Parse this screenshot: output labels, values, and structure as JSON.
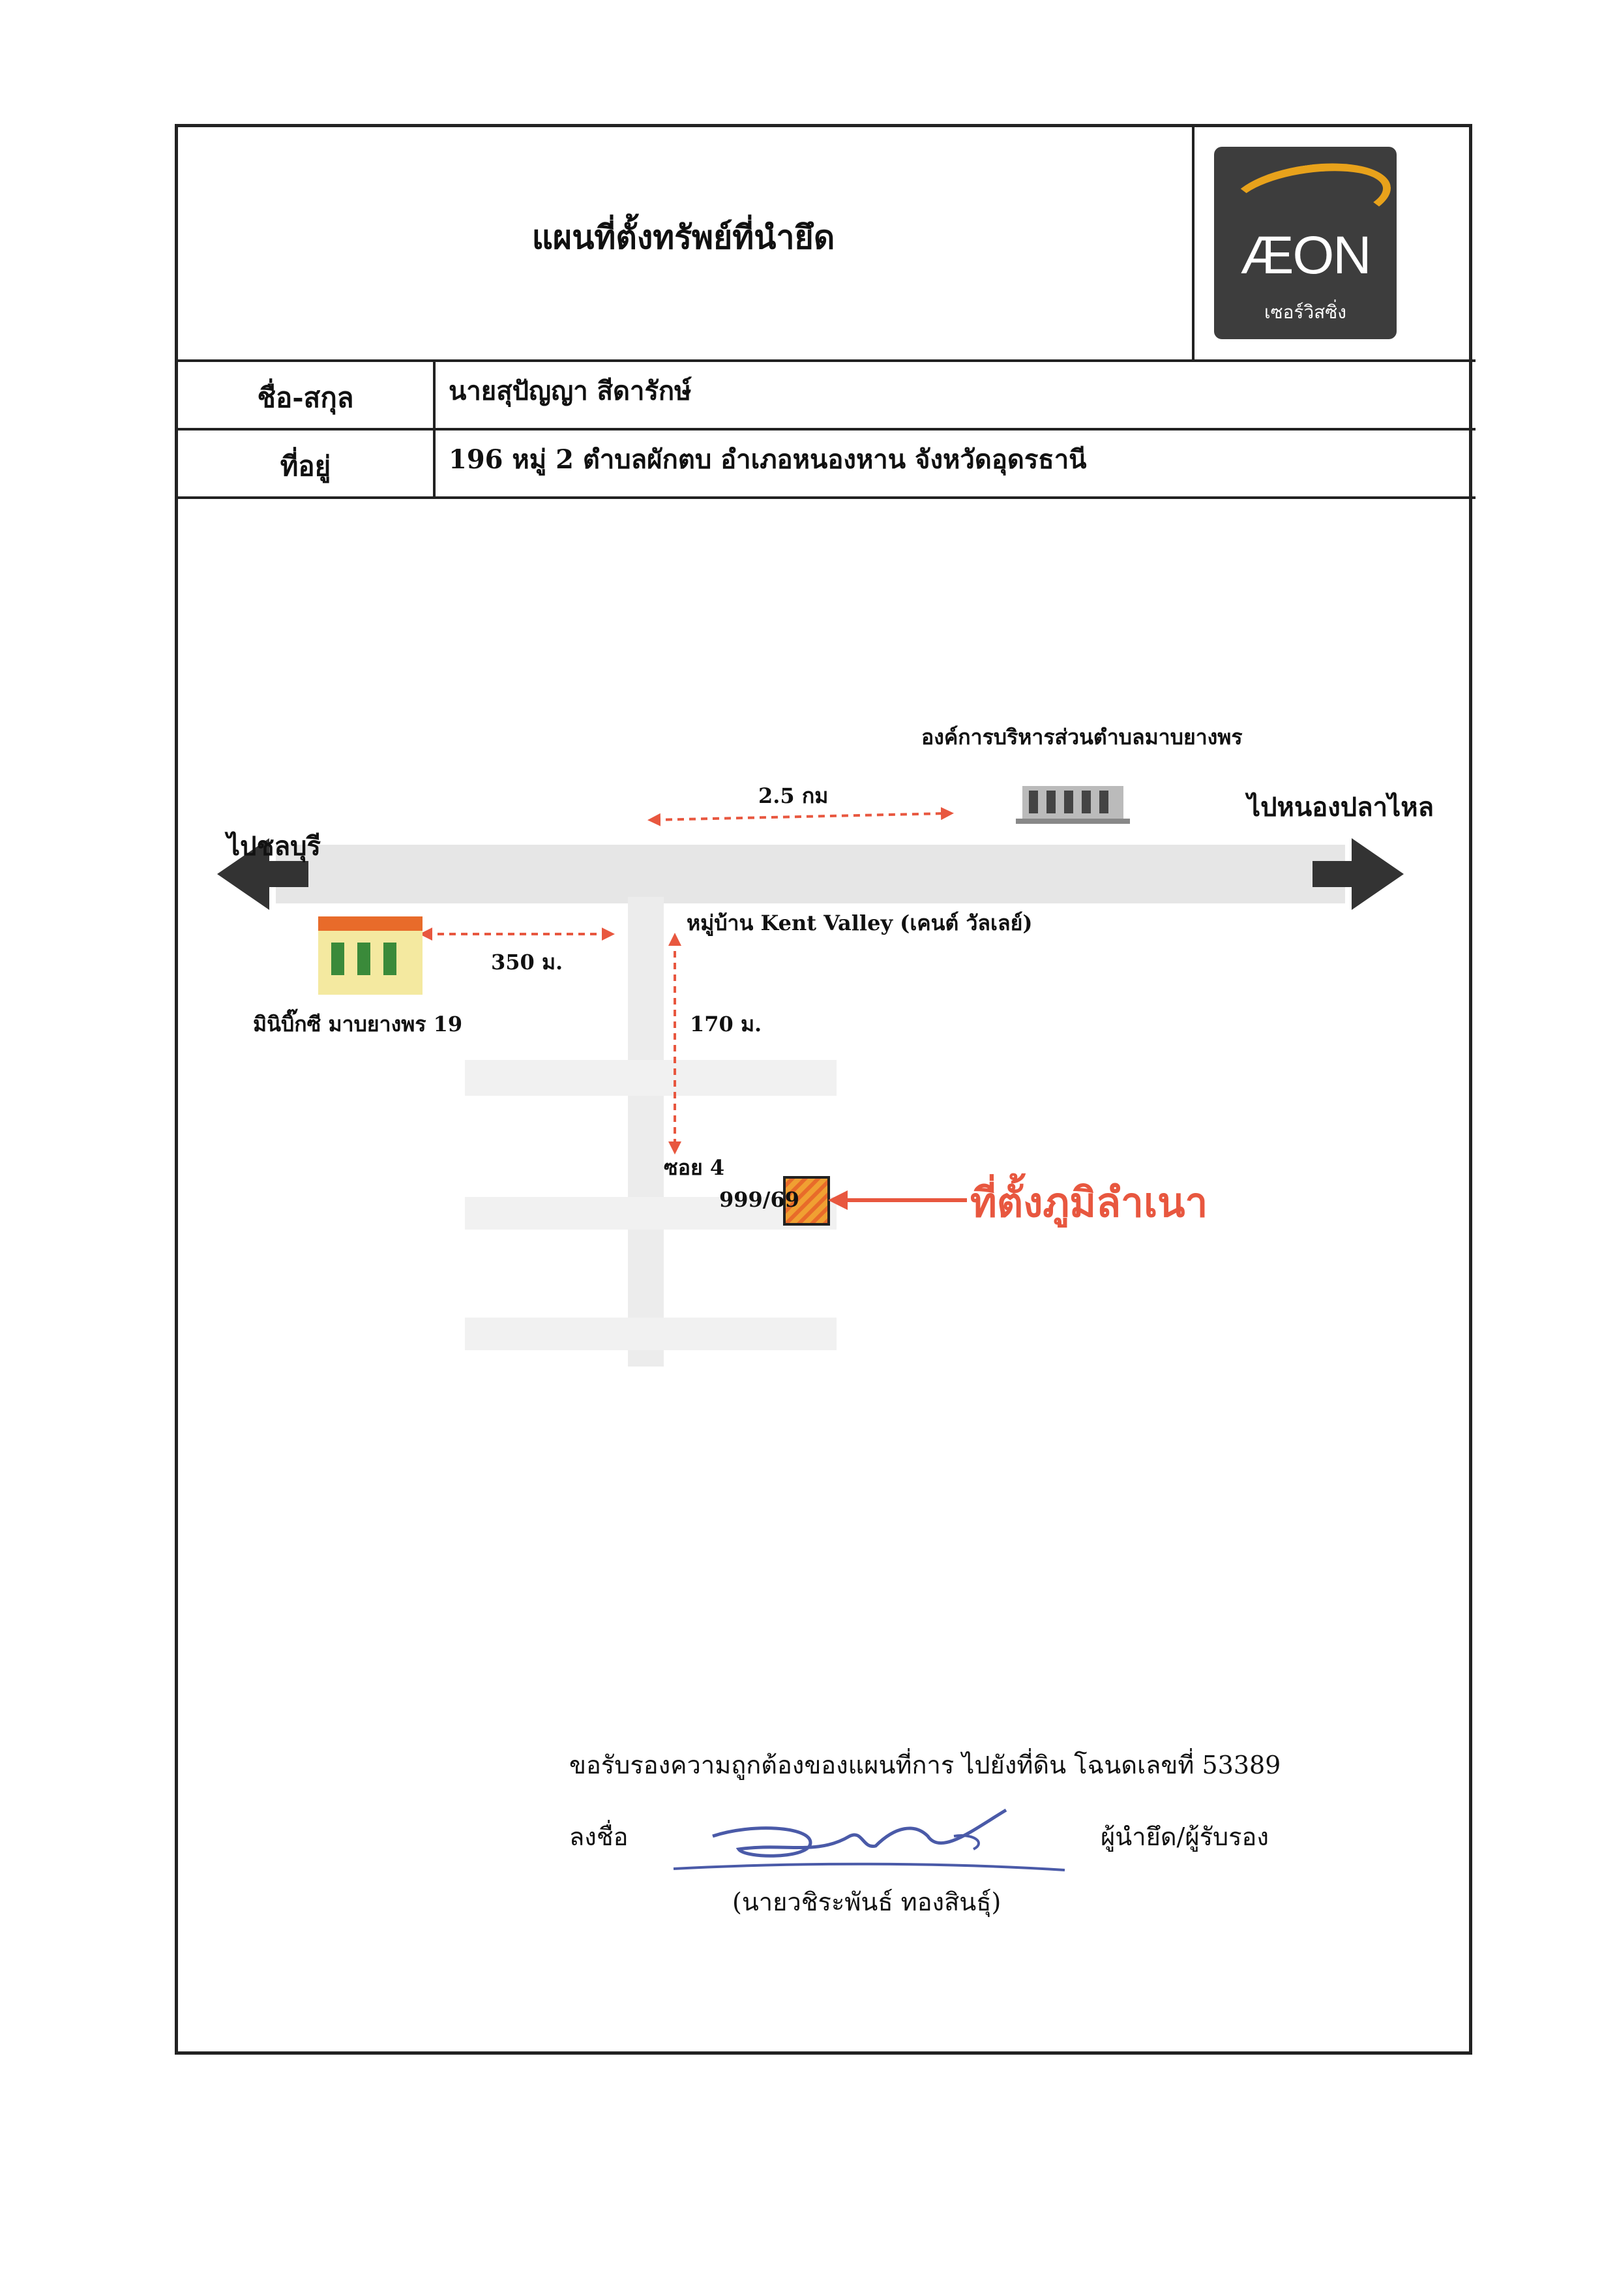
{
  "document": {
    "title": "แผนที่ตั้งทรัพย์ที่นำยึด",
    "logo": {
      "brand": "ÆON",
      "subtitle": "เซอร์วิสซิ่ง",
      "colors": {
        "box": "#3d3d3d",
        "swoosh": "#e8a21b"
      }
    }
  },
  "info": {
    "name_label": "ชื่อ-สกุล",
    "name_value": "นายสุปัญญา สีดารักษ์",
    "address_label": "ที่อยู่",
    "address_value": "196 หมู่ 2 ตำบลผักตบ อำเภอหนองหาน จังหวัดอุดรธานี"
  },
  "map": {
    "left_direction": "ไปชลบุรี",
    "right_direction": "ไปหนองปลาไหล",
    "landmark_top": "องค์การบริหารส่วนตำบลมาบยางพร",
    "distance_top": "2.5 กม",
    "village": "หมู่บ้าน Kent Valley (เคนต์ วัลเลย์)",
    "distance_left": "350 ม.",
    "store": "มินิบิ๊กซี มาบยางพร 19",
    "distance_down": "170 ม.",
    "soi": "ซอย 4",
    "house_no": "999/69",
    "target_label": "ที่ตั้งภูมิลำเนา",
    "colors": {
      "road": "#e6e6e6",
      "dashed_arrow": "#e8573f",
      "target": "#e8573f",
      "house": "#f0a032"
    }
  },
  "certification": {
    "statement": "ขอรับรองความถูกต้องของแผนที่การ ไปยังที่ดิน โฉนดเลขที่ 53389",
    "sign_label": "ลงชื่อ",
    "role": "ผู้นำยึด/ผู้รับรอง",
    "signer": "(นายวชิระพันธ์ ทองสินธุ์)"
  }
}
